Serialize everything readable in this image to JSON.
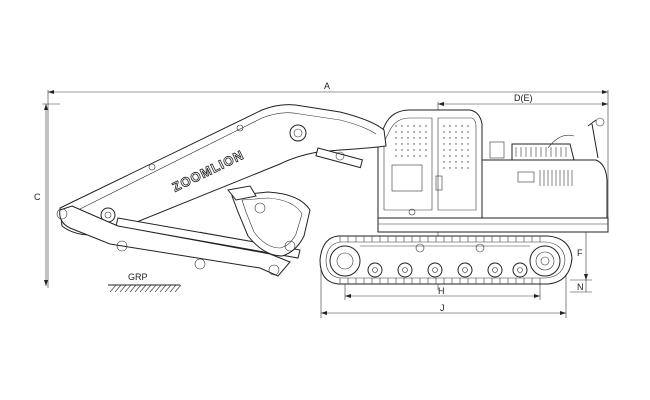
{
  "dimensions": {
    "overall_length": "A",
    "tail_radius": "D(E)",
    "overall_height": "C",
    "ground_clearance": "F",
    "track_center": "H",
    "track_length": "J",
    "track_height": "N"
  },
  "ground_label": "GRP",
  "brand_text": "ZOOMLION",
  "colors": {
    "line": "#222222",
    "background": "#ffffff"
  }
}
